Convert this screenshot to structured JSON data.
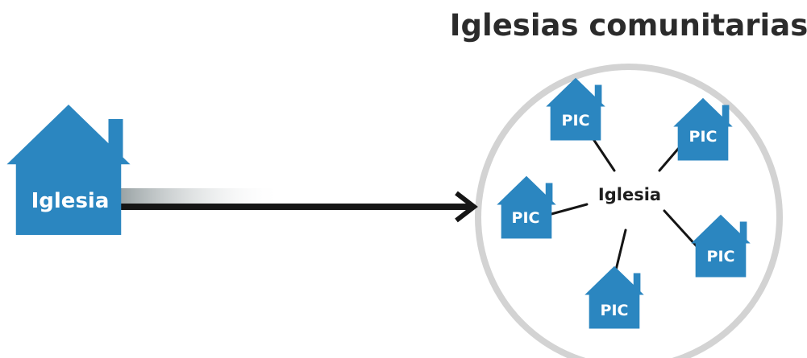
{
  "title": "Iglesias comunitarias",
  "source_church": {
    "label": "Iglesia",
    "icon": "house-icon"
  },
  "community_circle": {
    "center_label": "Iglesia",
    "pics": [
      {
        "label": "PIC",
        "icon": "house-icon"
      },
      {
        "label": "PIC",
        "icon": "house-icon"
      },
      {
        "label": "PIC",
        "icon": "house-icon"
      },
      {
        "label": "PIC",
        "icon": "house-icon"
      },
      {
        "label": "PIC",
        "icon": "house-icon"
      }
    ]
  },
  "colors": {
    "house_blue": "#2b86c0",
    "circle_outline": "#d3d3d3",
    "arrow": "#151515",
    "title": "#2b2b2b"
  }
}
